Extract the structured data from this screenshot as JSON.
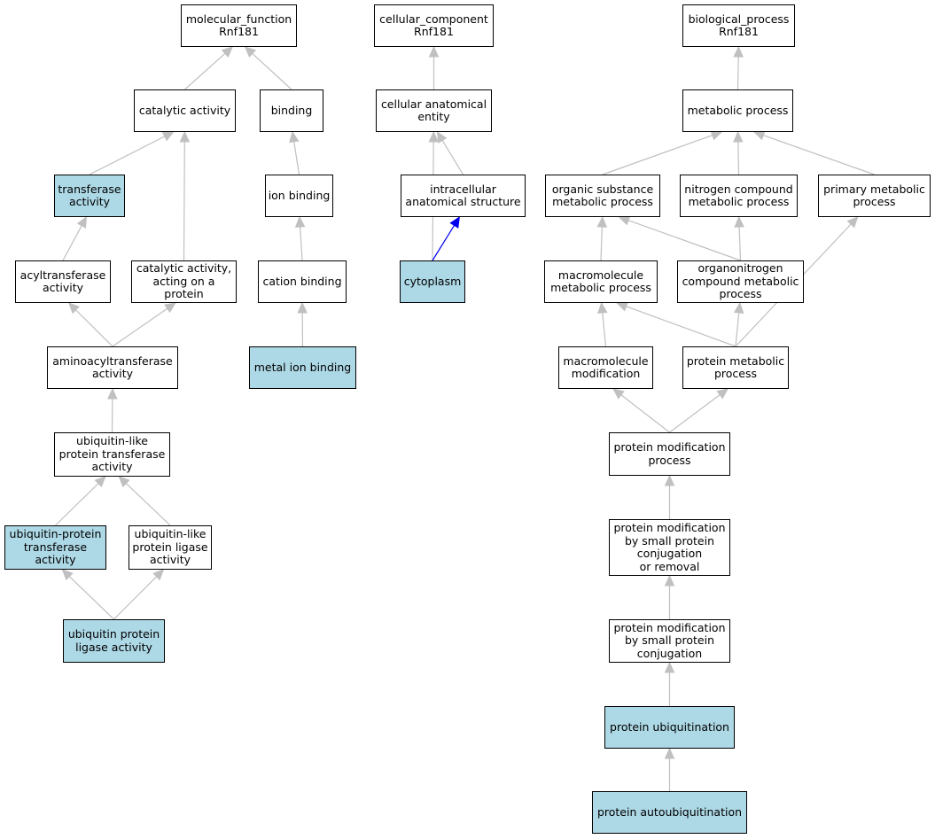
{
  "colors": {
    "edge": "#c0c0c0",
    "edge_highlight": "#0000ee",
    "node_fill": "#ffffff",
    "node_highlight": "#add8e6",
    "node_border": "#000000"
  },
  "nodes": {
    "mf_root": {
      "label": "molecular_function\nRnf181",
      "highlight": false
    },
    "catalytic": {
      "label": "catalytic activity",
      "highlight": false
    },
    "binding": {
      "label": "binding",
      "highlight": false
    },
    "transferase": {
      "label": "transferase\nactivity",
      "highlight": true
    },
    "ion_binding": {
      "label": "ion binding",
      "highlight": false
    },
    "acyltransferase": {
      "label": "acyltransferase\nactivity",
      "highlight": false
    },
    "cat_protein": {
      "label": "catalytic activity,\nacting on a\nprotein",
      "highlight": false
    },
    "cation_binding": {
      "label": "cation binding",
      "highlight": false
    },
    "aminoacyl": {
      "label": "aminoacyltransferase\nactivity",
      "highlight": false
    },
    "metal_ion": {
      "label": "metal ion binding",
      "highlight": true
    },
    "ubl_transferase": {
      "label": "ubiquitin-like\nprotein transferase\nactivity",
      "highlight": false
    },
    "ub_transferase": {
      "label": "ubiquitin-protein\ntransferase\nactivity",
      "highlight": true
    },
    "ubl_ligase": {
      "label": "ubiquitin-like\nprotein ligase\nactivity",
      "highlight": false
    },
    "ub_ligase": {
      "label": "ubiquitin protein\nligase activity",
      "highlight": true
    },
    "cc_root": {
      "label": "cellular_component\nRnf181",
      "highlight": false
    },
    "cell_anat": {
      "label": "cellular anatomical\nentity",
      "highlight": false
    },
    "intracell": {
      "label": "intracellular\nanatomical structure",
      "highlight": false
    },
    "cytoplasm": {
      "label": "cytoplasm",
      "highlight": true
    },
    "bp_root": {
      "label": "biological_process\nRnf181",
      "highlight": false
    },
    "metabolic": {
      "label": "metabolic process",
      "highlight": false
    },
    "organic": {
      "label": "organic substance\nmetabolic process",
      "highlight": false
    },
    "nitrogen": {
      "label": "nitrogen compound\nmetabolic process",
      "highlight": false
    },
    "primary": {
      "label": "primary metabolic\nprocess",
      "highlight": false
    },
    "macro_met": {
      "label": "macromolecule\nmetabolic process",
      "highlight": false
    },
    "organonitrogen": {
      "label": "organonitrogen\ncompound metabolic\nprocess",
      "highlight": false
    },
    "macro_mod": {
      "label": "macromolecule\nmodification",
      "highlight": false
    },
    "protein_met": {
      "label": "protein metabolic\nprocess",
      "highlight": false
    },
    "prot_mod": {
      "label": "protein modification\nprocess",
      "highlight": false
    },
    "prot_mod_small_rm": {
      "label": "protein modification\nby small protein\nconjugation\nor removal",
      "highlight": false
    },
    "prot_mod_small": {
      "label": "protein modification\nby small protein\nconjugation",
      "highlight": false
    },
    "prot_ubiq": {
      "label": "protein ubiquitination",
      "highlight": true
    },
    "prot_autoubiq": {
      "label": "protein autoubiquitination",
      "highlight": true
    }
  },
  "edges": [
    {
      "from": "catalytic",
      "to": "mf_root"
    },
    {
      "from": "binding",
      "to": "mf_root"
    },
    {
      "from": "transferase",
      "to": "catalytic"
    },
    {
      "from": "cat_protein",
      "to": "catalytic"
    },
    {
      "from": "ion_binding",
      "to": "binding"
    },
    {
      "from": "acyltransferase",
      "to": "transferase"
    },
    {
      "from": "cation_binding",
      "to": "ion_binding"
    },
    {
      "from": "aminoacyl",
      "to": "acyltransferase"
    },
    {
      "from": "aminoacyl",
      "to": "cat_protein"
    },
    {
      "from": "metal_ion",
      "to": "cation_binding"
    },
    {
      "from": "ubl_transferase",
      "to": "aminoacyl"
    },
    {
      "from": "ub_transferase",
      "to": "ubl_transferase"
    },
    {
      "from": "ubl_ligase",
      "to": "ubl_transferase"
    },
    {
      "from": "ub_ligase",
      "to": "ub_transferase"
    },
    {
      "from": "ub_ligase",
      "to": "ubl_ligase"
    },
    {
      "from": "cell_anat",
      "to": "cc_root"
    },
    {
      "from": "intracell",
      "to": "cell_anat"
    },
    {
      "from": "cytoplasm",
      "to": "cell_anat"
    },
    {
      "from": "cytoplasm",
      "to": "intracell",
      "highlight": true
    },
    {
      "from": "metabolic",
      "to": "bp_root"
    },
    {
      "from": "organic",
      "to": "metabolic"
    },
    {
      "from": "nitrogen",
      "to": "metabolic"
    },
    {
      "from": "primary",
      "to": "metabolic"
    },
    {
      "from": "macro_met",
      "to": "organic"
    },
    {
      "from": "organonitrogen",
      "to": "organic"
    },
    {
      "from": "organonitrogen",
      "to": "nitrogen"
    },
    {
      "from": "macro_mod",
      "to": "macro_met"
    },
    {
      "from": "protein_met",
      "to": "macro_met"
    },
    {
      "from": "protein_met",
      "to": "organonitrogen"
    },
    {
      "from": "protein_met",
      "to": "primary"
    },
    {
      "from": "prot_mod",
      "to": "macro_mod"
    },
    {
      "from": "prot_mod",
      "to": "protein_met"
    },
    {
      "from": "prot_mod_small_rm",
      "to": "prot_mod"
    },
    {
      "from": "prot_mod_small",
      "to": "prot_mod_small_rm"
    },
    {
      "from": "prot_ubiq",
      "to": "prot_mod_small"
    },
    {
      "from": "prot_autoubiq",
      "to": "prot_ubiq"
    }
  ]
}
